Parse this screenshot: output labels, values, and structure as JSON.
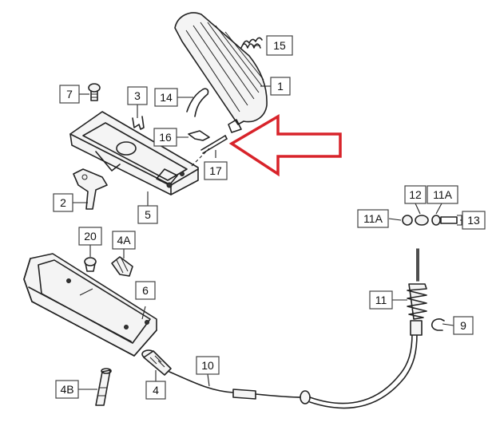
{
  "diagram": {
    "callouts": {
      "c1": "1",
      "c2": "2",
      "c3": "3",
      "c4": "4",
      "c4a": "4A",
      "c4b": "4B",
      "c5": "5",
      "c6": "6",
      "c7": "7",
      "c9": "9",
      "c10": "10",
      "c11": "11",
      "c11a_left": "11A",
      "c11a_right": "11A",
      "c12": "12",
      "c13": "13",
      "c14": "14",
      "c15": "15",
      "c16": "16",
      "c17": "17",
      "c20": "20"
    },
    "colors": {
      "highlight_arrow": "#d8232a",
      "line": "#222222",
      "background": "#ffffff"
    },
    "highlighted_part": "17"
  }
}
